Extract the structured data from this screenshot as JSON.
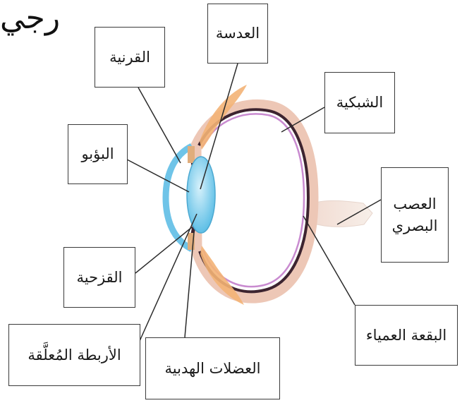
{
  "labels": {
    "lens": "العدسة",
    "cornea": "القرنية",
    "retina": "الشبكية",
    "pupil": "البؤبو",
    "optic_nerve": [
      "العصب",
      "البصري"
    ],
    "iris": "القزحية",
    "blind_spot": "البقعة العمياء",
    "suspensory_ligaments": "الأربطة المُعلَّقة",
    "ciliary_muscles": "العضلات الهدبية"
  },
  "handwriting": "رجي",
  "colors": {
    "line": "#2b2b2b",
    "sclera": "#e9c9b7",
    "choroid": "#3d2430",
    "retina": "#c98bd0",
    "cornea": "#6fc4e8",
    "lens": "#8fd6f2",
    "muscle": "#f3b276",
    "nerve": "#efe3dc"
  }
}
